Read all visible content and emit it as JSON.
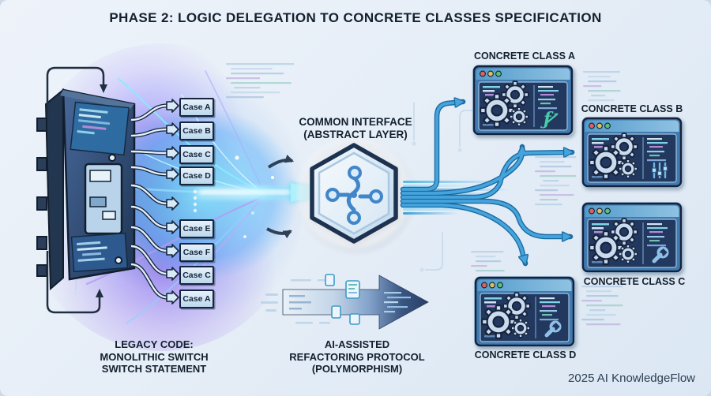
{
  "title": "PHASE 2: LOGIC DELEGATION TO CONCRETE CLASSES SPECIFICATION",
  "source": {
    "cases": [
      "Case A",
      "Case B",
      "Case C",
      "Case D",
      "Case E",
      "Case F",
      "Case C",
      "Case A"
    ],
    "caption": "LEGACY CODE:\nMONOLITHIC SWITCH\nSWITCH STATEMENT"
  },
  "interface": {
    "label": "COMMON INTERFACE\n(ABSTRACT LAYER)",
    "icon": "hexagon-network-icon"
  },
  "process": {
    "caption": "AI-ASSISTED\nREFACTORING PROTOCOL\n(POLYMORPHISM)",
    "icon": "transform-arrow-icon"
  },
  "classes": [
    {
      "label": "CONCRETE CLASS A",
      "icon": "lambda-function-icon"
    },
    {
      "label": "CONCRETE CLASS B",
      "icon": "sliders-icon"
    },
    {
      "label": "CONCRETE CLASS C",
      "icon": "wrench-icon"
    },
    {
      "label": "CONCRETE CLASS D",
      "icon": "wrench-icon"
    }
  ],
  "credit": "2025 AI KnowledgeFlow",
  "colors": {
    "accent_blue": "#3f9bd8",
    "deep_navy": "#16243c",
    "window_frame": "#3f7ab0",
    "window_body": "#21395f",
    "titlebar_light": "#8fc2e2",
    "glow_cyan": "#54d8f0",
    "glow_purple": "#9a6ae0",
    "gear_fill": "#c9dbec",
    "dot_red": "#e06060",
    "dot_yellow": "#d8c060",
    "dot_green": "#58c078",
    "lambda_teal": "#48cbaa"
  }
}
